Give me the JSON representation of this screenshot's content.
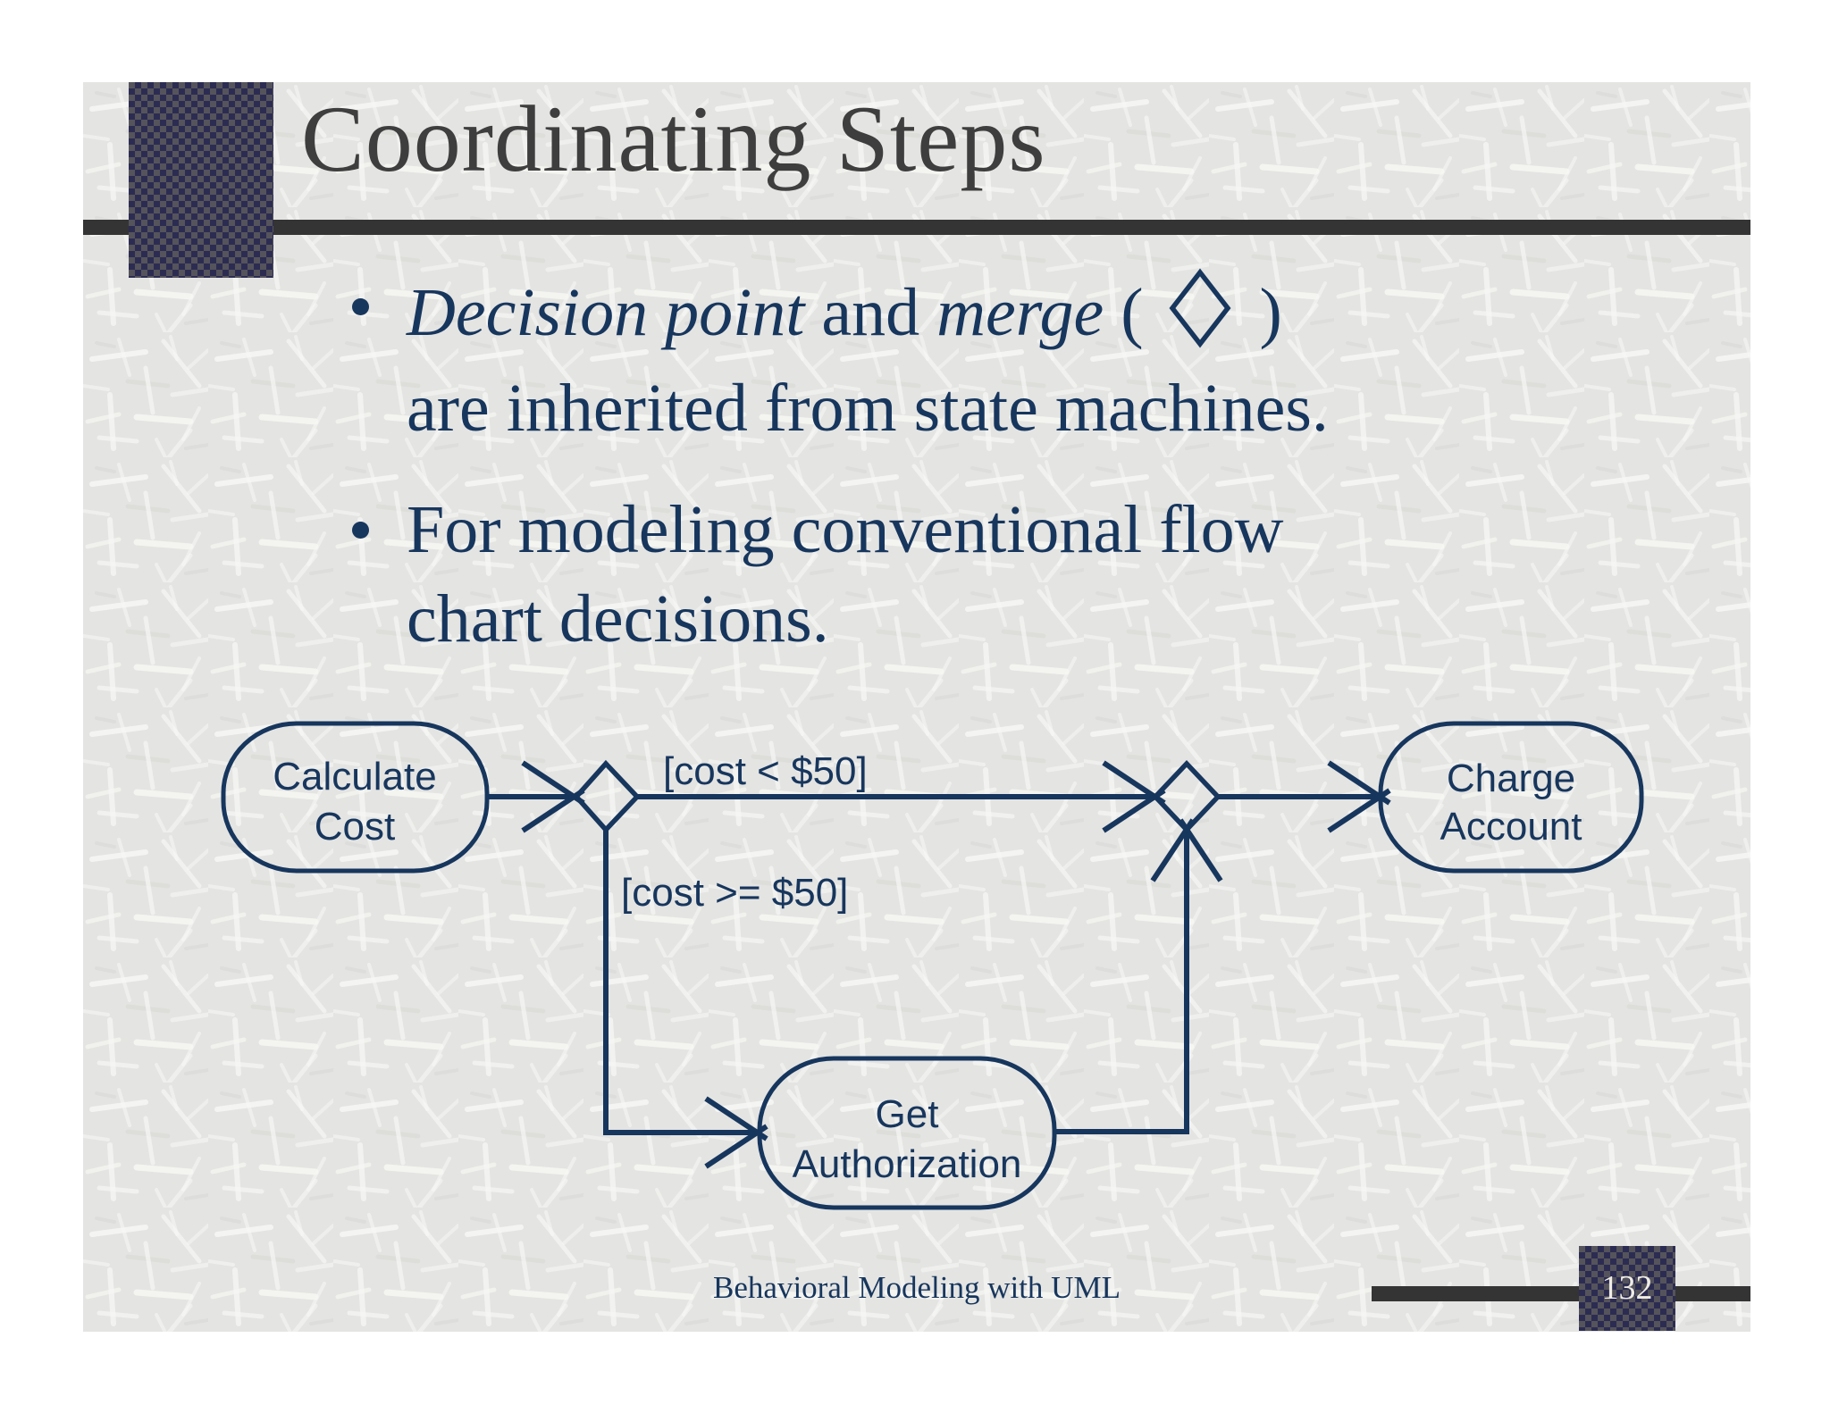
{
  "slide": {
    "title": "Coordinating Steps",
    "footer": "Behavioral Modeling with UML",
    "page_number": "132"
  },
  "bullets": {
    "b1": {
      "seg_italic1": "Decision point",
      "seg_plain1": " and ",
      "seg_italic2": "merge",
      "seg_paren_open": "(",
      "diamond_symbol": "◇",
      "seg_paren_close": ")",
      "line2": "are inherited from state machines."
    },
    "b2": {
      "line1": "For modeling conventional flow",
      "line2": "chart decisions."
    }
  },
  "diagram": {
    "nodes": {
      "calculate_cost": {
        "line1": "Calculate",
        "line2": "Cost"
      },
      "charge_account": {
        "line1": "Charge",
        "line2": "Account"
      },
      "get_authorization": {
        "line1": "Get",
        "line2": "Authorization"
      }
    },
    "edge_labels": {
      "cost_lt": "[cost < $50]",
      "cost_gte": "[cost >= $50]"
    }
  },
  "colors": {
    "navy": "#17365d",
    "title_gray": "#3e3e3e",
    "bar_charcoal": "#343434",
    "slide_bg": "#e4e4e2",
    "page_bg": "#ffffff",
    "page_number_text": "#efece4"
  }
}
